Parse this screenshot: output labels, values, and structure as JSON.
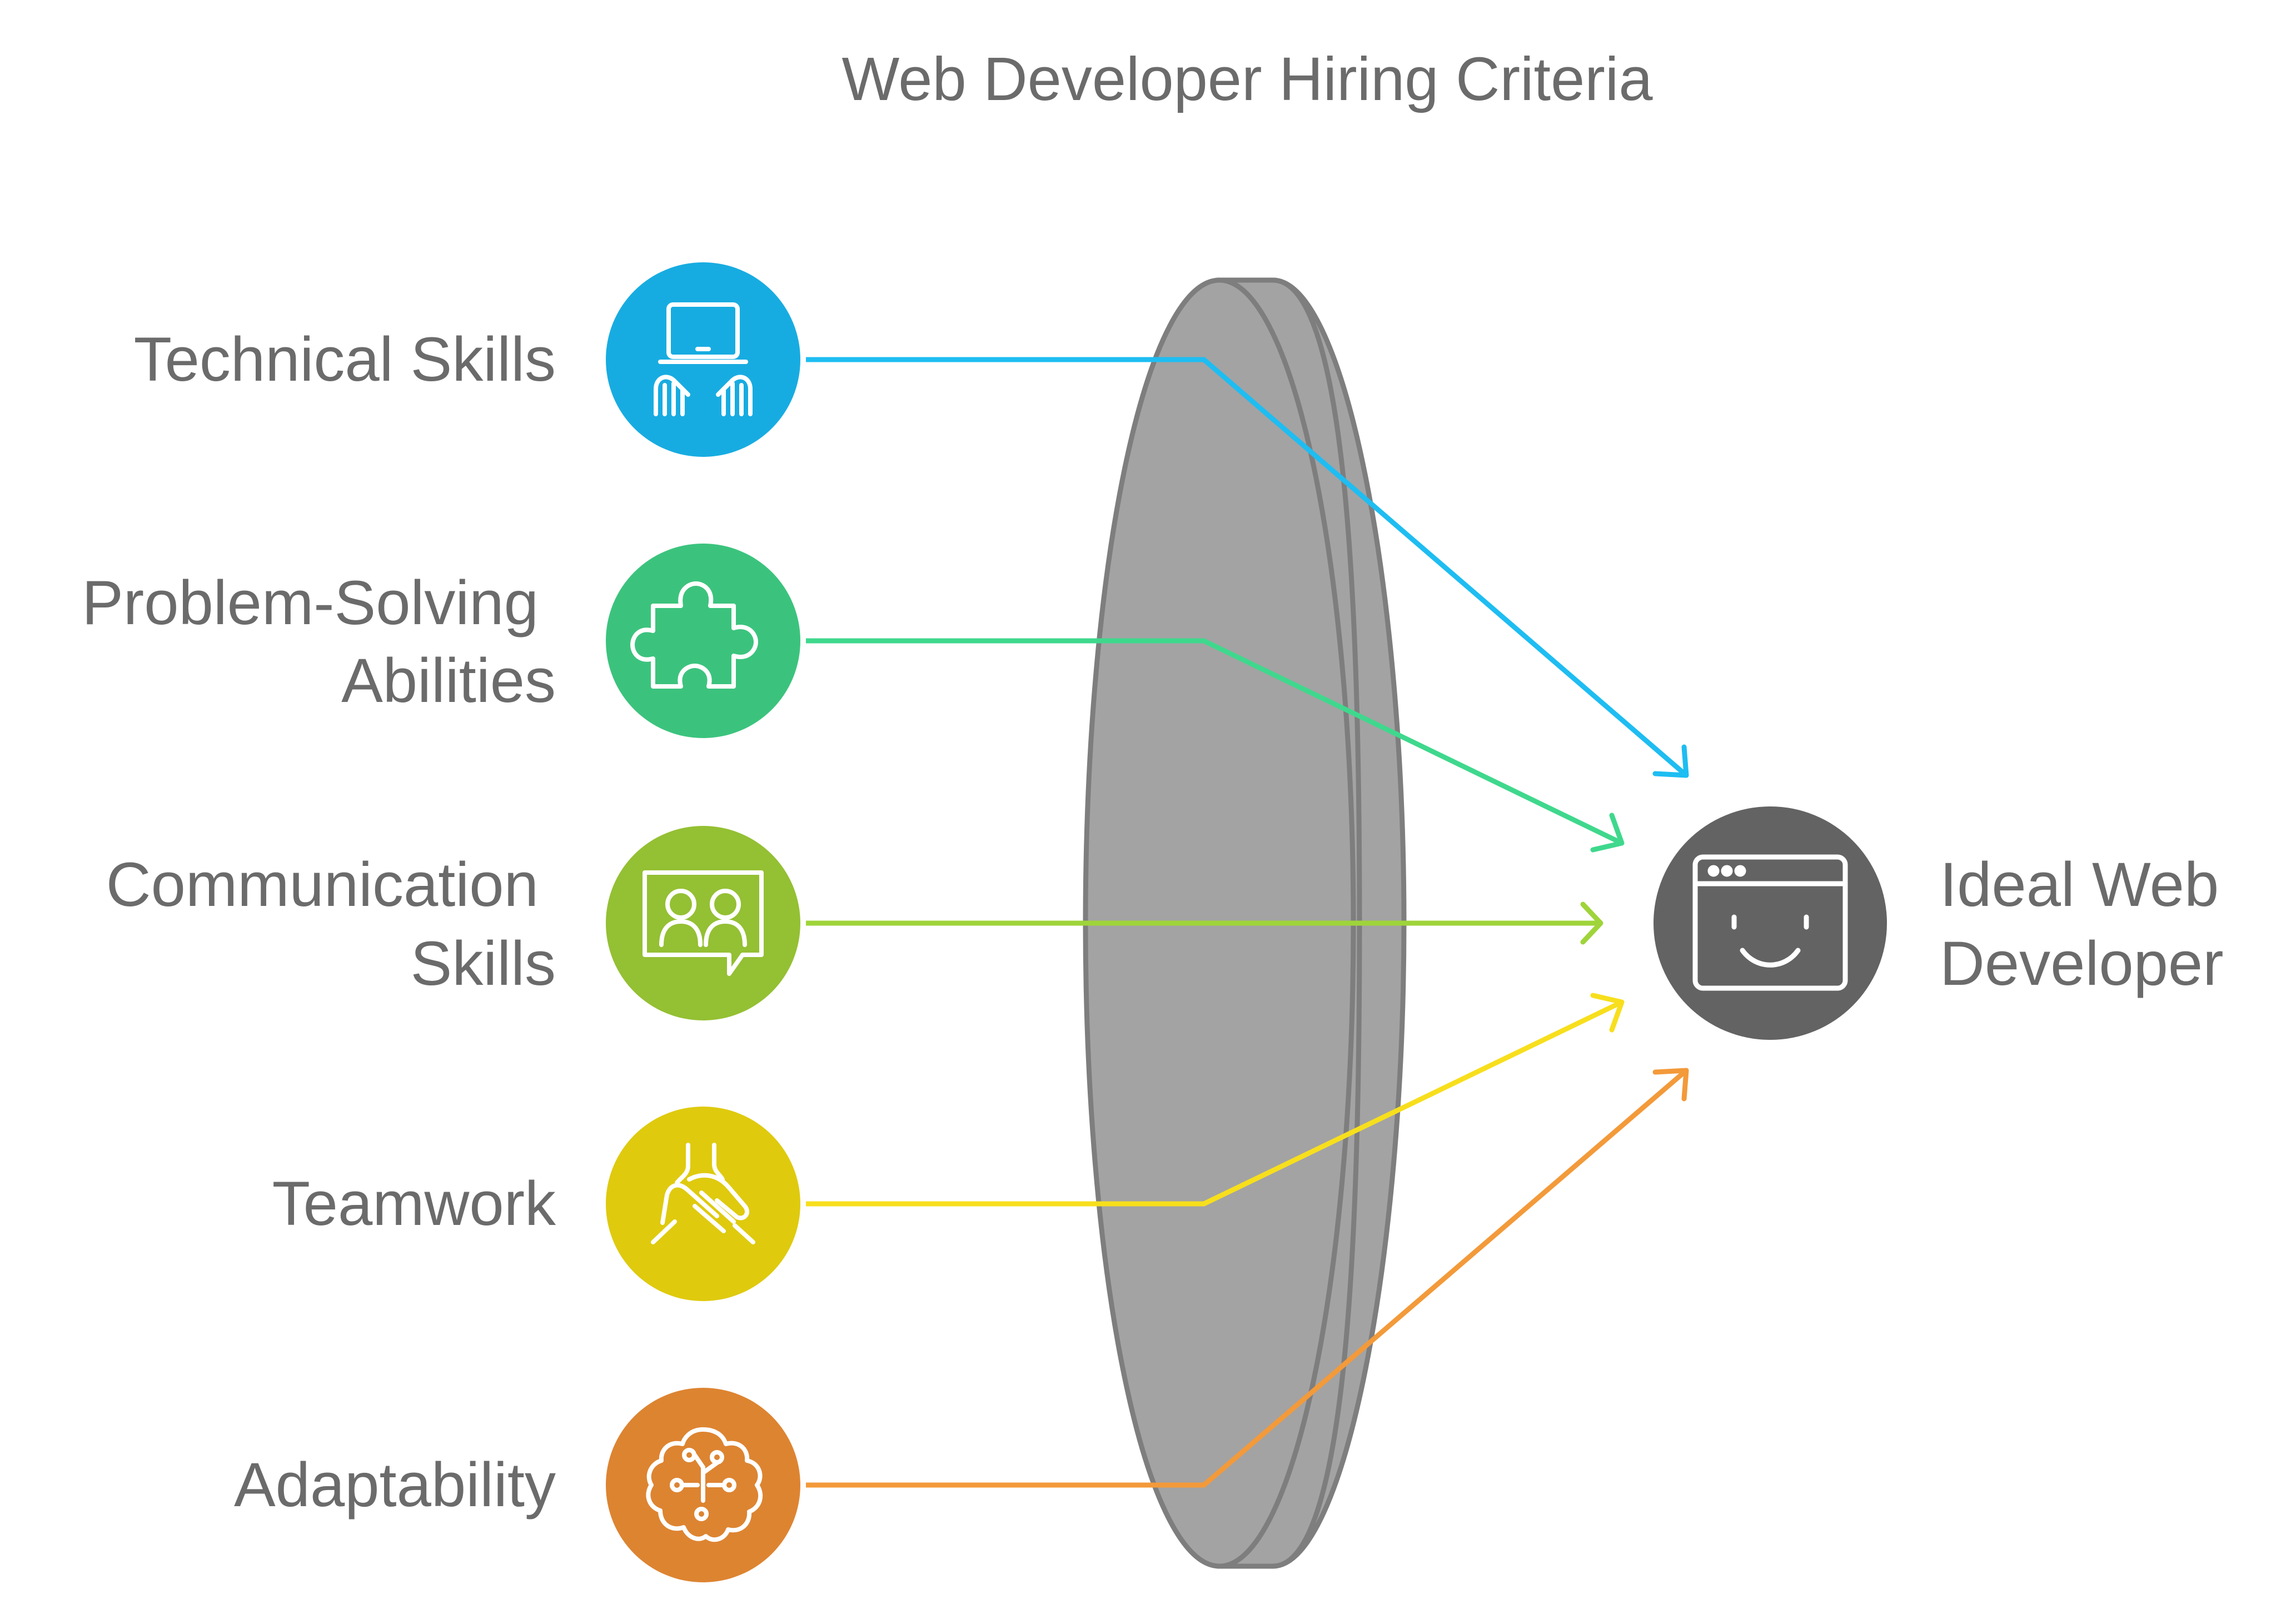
{
  "title": "Web Developer Hiring Criteria",
  "criteria": [
    {
      "label_lines": [
        "Technical Skills"
      ],
      "color": "#17ace1",
      "icon": "laptop-typing-icon"
    },
    {
      "label_lines": [
        "Problem-Solving",
        "Abilities"
      ],
      "color": "#3bc37d",
      "icon": "puzzle-piece-icon"
    },
    {
      "label_lines": [
        "Communication",
        "Skills"
      ],
      "color": "#94c033",
      "icon": "chat-users-icon"
    },
    {
      "label_lines": [
        "Teamwork"
      ],
      "color": "#dfca0e",
      "icon": "stacked-hands-icon"
    },
    {
      "label_lines": [
        "Adaptability"
      ],
      "color": "#dd8431",
      "icon": "brain-circuit-icon"
    }
  ],
  "arrow_colors": [
    "#1ebdf2",
    "#3fd88d",
    "#9fd43a",
    "#f7df1d",
    "#f39a3a"
  ],
  "target": {
    "label_lines": [
      "Ideal Web",
      "Developer"
    ],
    "color": "#636363",
    "icon": "smiling-browser-icon"
  },
  "lens_color": "#a3a3a3"
}
